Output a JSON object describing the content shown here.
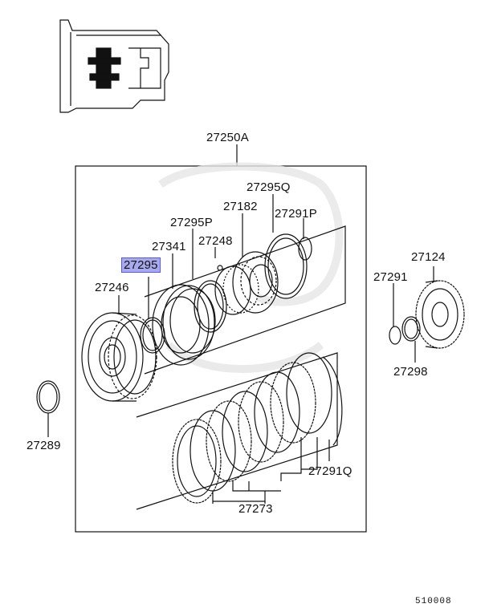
{
  "parts": {
    "assembly": "27250A",
    "p27295Q": "27295Q",
    "p27182": "27182",
    "p27291P": "27291P",
    "p27295P": "27295P",
    "p27248": "27248",
    "p27341": "27341",
    "p27295": "27295",
    "p27246": "27246",
    "p27124": "27124",
    "p27291": "27291",
    "p27298": "27298",
    "p27289": "27289",
    "p27291Q": "27291Q",
    "p27273": "27273"
  },
  "diagram_code": "510008",
  "highlighted_part": "27295",
  "colors": {
    "highlight": "#a9a9ee",
    "line": "#111111"
  }
}
